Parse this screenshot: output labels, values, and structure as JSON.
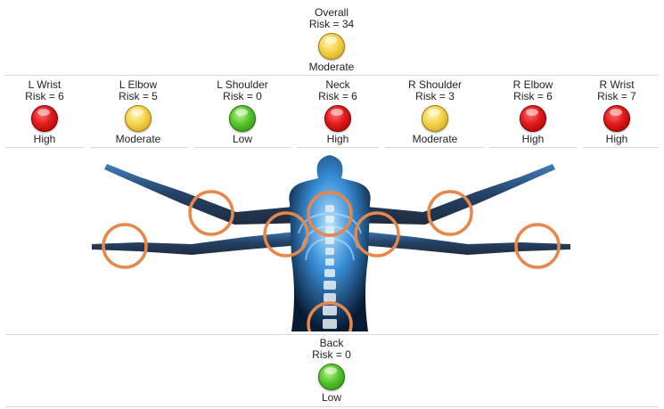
{
  "overall": {
    "name": "Overall",
    "risk": "Risk = 34",
    "level": "Moderate",
    "status": "moderate"
  },
  "joints": [
    {
      "name": "L Wrist",
      "risk": "Risk = 6",
      "level": "High",
      "status": "high"
    },
    {
      "name": "L Elbow",
      "risk": "Risk = 5",
      "level": "Moderate",
      "status": "moderate"
    },
    {
      "name": "L Shoulder",
      "risk": "Risk = 0",
      "level": "Low",
      "status": "low"
    },
    {
      "name": "Neck",
      "risk": "Risk = 6",
      "level": "High",
      "status": "high"
    },
    {
      "name": "R Shoulder",
      "risk": "Risk = 3",
      "level": "Moderate",
      "status": "moderate"
    },
    {
      "name": "R Elbow",
      "risk": "Risk = 6",
      "level": "High",
      "status": "high"
    },
    {
      "name": "R Wrist",
      "risk": "Risk = 7",
      "level": "High",
      "status": "high"
    }
  ],
  "back": {
    "name": "Back",
    "risk": "Risk = 0",
    "level": "Low",
    "status": "low"
  },
  "colors": {
    "high": "#e01a1a",
    "moderate": "#f4d24a",
    "low": "#55c42c",
    "joint_ring": "#e8874a",
    "body_glow": "#3a9be0",
    "background": "#ffffff"
  },
  "icons": {
    "status_indicator": "circle-ball-icon",
    "figure": "xray-body-figure"
  }
}
